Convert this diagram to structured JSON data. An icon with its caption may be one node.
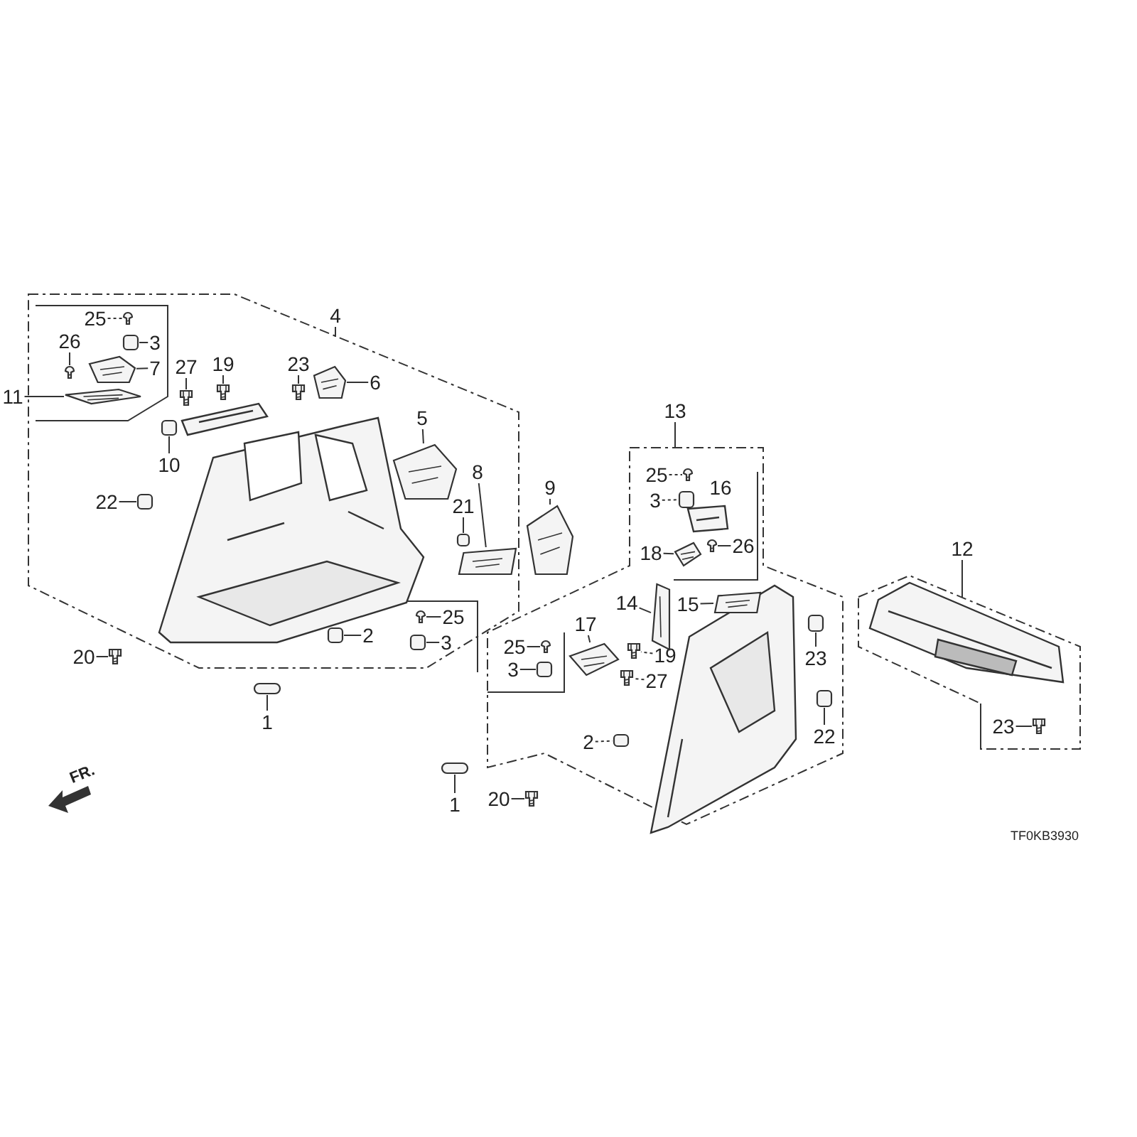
{
  "diagram": {
    "nodes": [
      {
        "text": [],
        "shape": "box"
      },
      {
        "text": [],
        "shape": "box"
      },
      {
        "text": [],
        "shape": "box"
      },
      {
        "text": [
          "25"
        ],
        "in": 0
      },
      {
        "text": [
          "3"
        ],
        "in": 0
      },
      {
        "text": [
          "26"
        ],
        "in": 0
      },
      {
        "text": [
          "7"
        ],
        "in": 0
      },
      {
        "text": [
          "11"
        ]
      },
      {
        "text": [
          "27"
        ],
        "in": 0
      },
      {
        "text": [
          "19"
        ],
        "in": 0
      },
      {
        "text": [
          "23"
        ],
        "in": 0
      },
      {
        "text": [
          "6"
        ],
        "in": 0
      },
      {
        "text": [
          "10"
        ],
        "in": 0
      },
      {
        "text": [
          "22"
        ],
        "in": 0
      },
      {
        "text": [
          "5"
        ],
        "in": 0
      },
      {
        "text": [
          "8"
        ],
        "in": 0
      },
      {
        "text": [
          "21"
        ],
        "in": 0
      },
      {
        "text": [
          "9"
        ]
      },
      {
        "text": [
          "4"
        ]
      },
      {
        "text": [
          "2"
        ],
        "in": 0
      },
      {
        "text": [
          "25"
        ],
        "in": 0
      },
      {
        "text": [
          "3"
        ],
        "in": 0
      },
      {
        "text": [
          "20"
        ]
      },
      {
        "text": [
          "1"
        ]
      },
      {
        "text": [
          "1"
        ]
      },
      {
        "text": [
          "13"
        ]
      },
      {
        "text": [
          "25"
        ],
        "in": 1
      },
      {
        "text": [
          "3"
        ],
        "in": 1
      },
      {
        "text": [
          "18"
        ],
        "in": 1
      },
      {
        "text": [
          "26"
        ],
        "in": 1
      },
      {
        "text": [
          "14"
        ],
        "in": 1
      },
      {
        "text": [
          "15"
        ],
        "in": 1
      },
      {
        "text": [
          "17"
        ],
        "in": 1
      },
      {
        "text": [
          "19"
        ],
        "in": 1
      },
      {
        "text": [
          "27"
        ],
        "in": 1
      },
      {
        "text": [
          "25"
        ],
        "in": 1
      },
      {
        "text": [
          "3"
        ],
        "in": 1
      },
      {
        "text": [
          "23"
        ],
        "in": 1
      },
      {
        "text": [
          "22"
        ],
        "in": 1
      },
      {
        "text": [
          "12"
        ]
      },
      {
        "text": [
          "23"
        ],
        "in": 2
      },
      {
        "text": [
          "2"
        ],
        "in": 1
      },
      {
        "text": [
          "20"
        ]
      },
      {
        "text": [],
        "shape": "picture",
        "in": 0
      },
      {
        "text": [],
        "shape": "box",
        "in": 0
      },
      {
        "text": [],
        "shape": "picture",
        "in": 0
      },
      {
        "text": [],
        "shape": "picture",
        "in": 0
      },
      {
        "text": [],
        "shape": "picture",
        "in": 0
      },
      {
        "text": [],
        "shape": "picture",
        "in": 0
      },
      {
        "text": [],
        "shape": "picture",
        "in": 0
      },
      {
        "text": [],
        "shape": "picture",
        "in": 0
      },
      {
        "text": [],
        "shape": "picture",
        "in": 0
      },
      {
        "text": [],
        "shape": "box",
        "in": 0
      },
      {
        "text": [],
        "shape": "box",
        "in": 0
      },
      {
        "text": [],
        "shape": "picture",
        "in": 0
      },
      {
        "text": [],
        "shape": "picture",
        "in": 0
      },
      {
        "text": [],
        "shape": "box",
        "in": 0
      },
      {
        "text": [],
        "shape": "picture"
      },
      {
        "text": [],
        "shape": "box",
        "in": 0
      },
      {
        "text": [],
        "shape": "picture",
        "in": 0
      },
      {
        "text": [],
        "shape": "box",
        "in": 0
      },
      {
        "text": [],
        "shape": "picture"
      },
      {
        "text": [],
        "shape": "box"
      },
      {
        "text": [],
        "shape": "box"
      },
      {
        "text": [],
        "shape": "picture",
        "in": 1
      },
      {
        "text": [],
        "shape": "box",
        "in": 1
      },
      {
        "text": [],
        "shape": "picture",
        "in": 1
      },
      {
        "text": [],
        "shape": "picture",
        "in": 1
      },
      {
        "text": [],
        "shape": "picture",
        "in": 1
      },
      {
        "text": [],
        "shape": "picture",
        "in": 1
      },
      {
        "text": [],
        "shape": "picture",
        "in": 1
      },
      {
        "text": [],
        "shape": "picture",
        "in": 1
      },
      {
        "text": [],
        "shape": "picture",
        "in": 1
      },
      {
        "text": [],
        "shape": "picture",
        "in": 1
      },
      {
        "text": [],
        "shape": "box",
        "in": 1
      },
      {
        "text": [],
        "shape": "box",
        "in": 1
      },
      {
        "text": [],
        "shape": "box",
        "in": 1
      },
      {
        "text": [],
        "shape": "picture",
        "in": 2
      },
      {
        "text": [],
        "shape": "box",
        "in": 1
      },
      {
        "text": [],
        "shape": "picture"
      },
      {
        "text": [],
        "shape": "picture",
        "in": 0
      },
      {
        "text": [],
        "shape": "picture",
        "in": 1
      },
      {
        "text": [],
        "shape": "picture",
        "in": 2
      }
    ],
    "edges": [
      {
        "from": 3,
        "to": 43,
        "arrow": "none",
        "style": "dashed"
      },
      {
        "from": 4,
        "to": 44,
        "arrow": "none"
      },
      {
        "from": 5,
        "to": 45,
        "arrow": "none"
      },
      {
        "from": 6,
        "to": 46,
        "arrow": "none"
      },
      {
        "from": 7,
        "to": 47,
        "arrow": "none"
      },
      {
        "from": 8,
        "to": 48,
        "arrow": "none"
      },
      {
        "from": 9,
        "to": 49,
        "arrow": "none"
      },
      {
        "from": 10,
        "to": 50,
        "arrow": "none"
      },
      {
        "from": 11,
        "to": 51,
        "arrow": "none"
      },
      {
        "from": 12,
        "to": 52,
        "arrow": "none"
      },
      {
        "from": 13,
        "to": 53,
        "arrow": "none"
      },
      {
        "from": 14,
        "to": 54,
        "arrow": "none"
      },
      {
        "from": 15,
        "to": 55,
        "arrow": "none"
      },
      {
        "from": 16,
        "to": 56,
        "arrow": "none"
      },
      {
        "from": 17,
        "to": 57,
        "arrow": "none"
      },
      {
        "from": 18,
        "to": 0,
        "arrow": "none"
      },
      {
        "from": 19,
        "to": 58,
        "arrow": "none"
      },
      {
        "from": 20,
        "to": 59,
        "arrow": "none"
      },
      {
        "from": 21,
        "to": 60,
        "arrow": "none"
      },
      {
        "from": 22,
        "to": 61,
        "arrow": "none"
      },
      {
        "from": 23,
        "to": 62,
        "arrow": "none"
      },
      {
        "from": 24,
        "to": 63,
        "arrow": "none"
      },
      {
        "from": 25,
        "to": 1,
        "arrow": "none"
      },
      {
        "from": 26,
        "to": 64,
        "arrow": "none",
        "style": "dashed"
      },
      {
        "from": 27,
        "to": 65,
        "arrow": "none",
        "style": "dashed"
      },
      {
        "from": 28,
        "to": 66,
        "arrow": "none"
      },
      {
        "from": 29,
        "to": 67,
        "arrow": "none"
      },
      {
        "from": 30,
        "to": 68,
        "arrow": "none"
      },
      {
        "from": 31,
        "to": 69,
        "arrow": "none"
      },
      {
        "from": 32,
        "to": 70,
        "arrow": "none"
      },
      {
        "from": 33,
        "to": 71,
        "arrow": "none",
        "style": "dashed"
      },
      {
        "from": 34,
        "to": 72,
        "arrow": "none",
        "style": "dashed"
      },
      {
        "from": 35,
        "to": 73,
        "arrow": "none"
      },
      {
        "from": 36,
        "to": 74,
        "arrow": "none"
      },
      {
        "from": 37,
        "to": 75,
        "arrow": "none"
      },
      {
        "from": 38,
        "to": 76,
        "arrow": "none"
      },
      {
        "from": 39,
        "to": 2,
        "arrow": "none"
      },
      {
        "from": 40,
        "to": 82,
        "arrow": "none"
      },
      {
        "from": 41,
        "to": 78,
        "arrow": "none",
        "style": "dashed"
      },
      {
        "from": 42,
        "to": 79,
        "arrow": "none"
      }
    ],
    "labels": [
      "16",
      "FR.",
      "TF0KB3930"
    ]
  }
}
